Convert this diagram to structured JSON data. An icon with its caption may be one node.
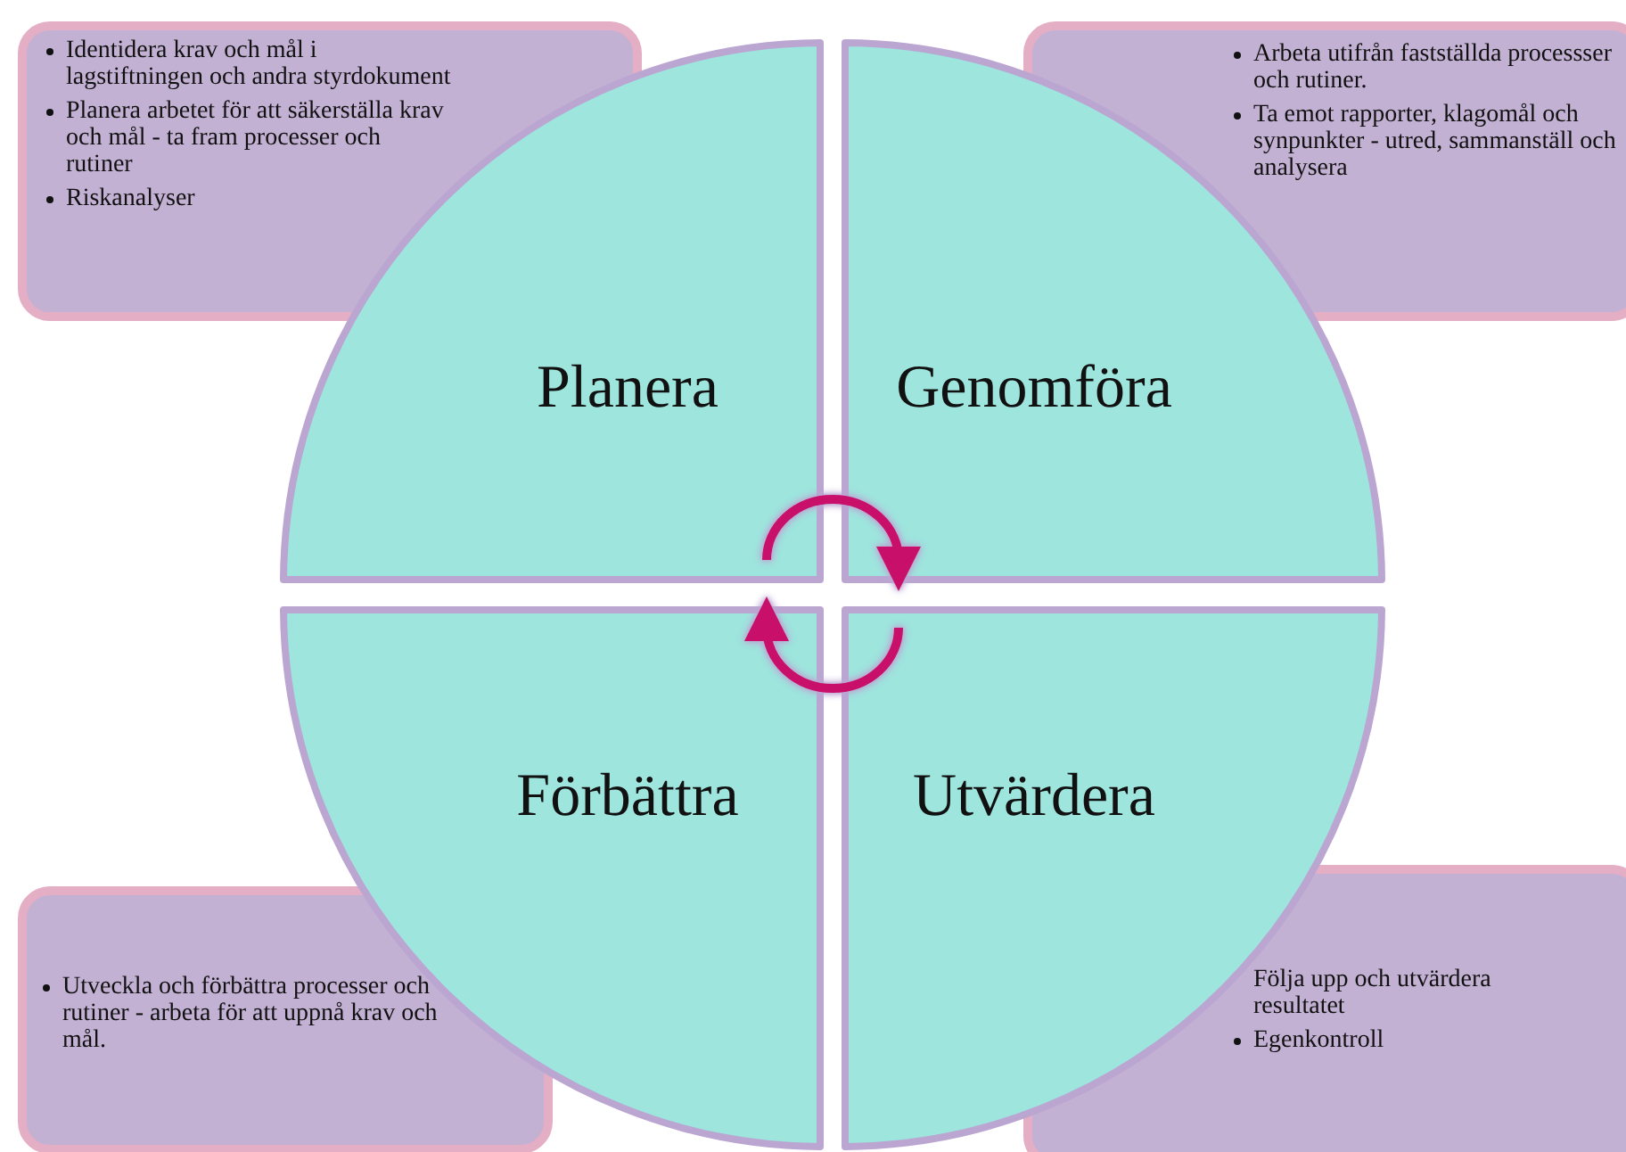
{
  "diagram": {
    "nodes": [
      {
        "text": [
          "Identidera krav och mål i lagstiftningen och andra styrdokument",
          "Planera arbetet för att säkerställa krav och mål - ta fram processer och rutiner",
          "Riskanalyser"
        ]
      },
      {
        "text": [
          "Arbeta utifrån fastställda processser och rutiner.",
          "Ta emot rapporter, klagomål och synpunkter - utred, sammanställ och analysera"
        ]
      },
      {
        "text": [
          "Planera"
        ]
      },
      {
        "text": [
          "Genomföra"
        ]
      },
      {
        "text": [
          "Förbättra"
        ]
      },
      {
        "text": [
          "Utvärdera"
        ]
      },
      {
        "text": [
          "Utveckla och förbättra processer och rutiner - arbeta för att uppnå krav och mål."
        ]
      },
      {
        "text": [
          "Följa upp och utvärdera resultatet",
          "Egenkontroll"
        ]
      }
    ],
    "edges": [
      {
        "from": 2,
        "to": 3,
        "arrow": "to"
      },
      {
        "from": 5,
        "to": 4,
        "arrow": "to"
      }
    ]
  }
}
